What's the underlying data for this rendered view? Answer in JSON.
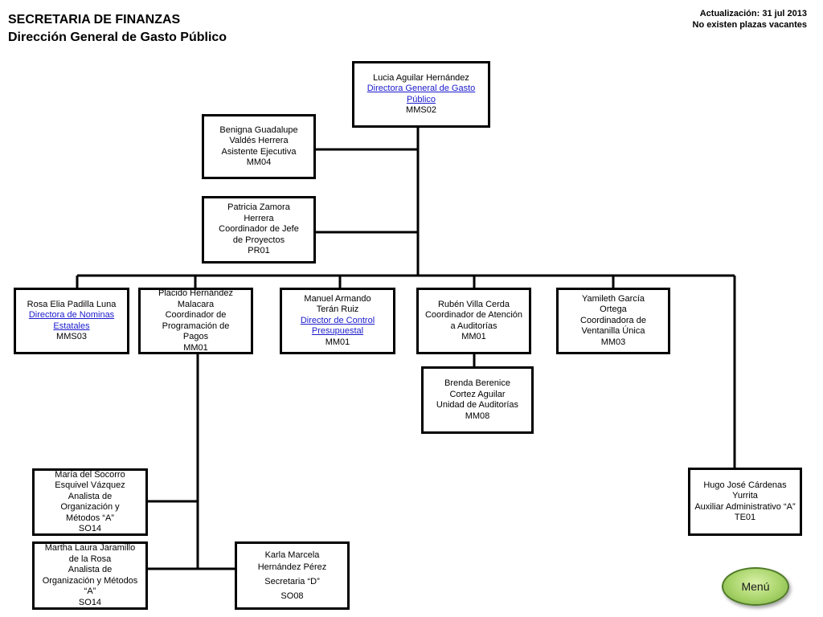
{
  "header": {
    "title": "SECRETARIA DE FINANZAS",
    "subtitle": "Dirección General de Gasto Público",
    "update": "Actualización: 31 jul 2013",
    "vacancies": "No existen plazas  vacantes"
  },
  "nodes": {
    "director": {
      "name": "Lucia Aguilar Hernández",
      "role": " Directora General de Gasto Público",
      "code": "MMS02"
    },
    "asistente": {
      "name": "Benigna Guadalupe Valdés Herrera",
      "role": "Asistente Ejecutiva",
      "code": "MM04"
    },
    "coord_proyectos": {
      "name": "Patricia Zamora Herrera",
      "role": "Coordinador de Jefe de Proyectos",
      "code": "PR01"
    },
    "nominas": {
      "name": "Rosa Elia Padilla Luna",
      "role": "Directora de Nominas Estatales",
      "code": "MMS03"
    },
    "pagos": {
      "name": "Placido Hernández Malacara",
      "role": "Coordinador de Programación de Pagos",
      "code": "MM01"
    },
    "control": {
      "name": "Manuel  Armando Terán  Ruiz",
      "role": "Director de Control Presupuestal",
      "code": "MM01"
    },
    "auditorias": {
      "name": "Rubén Villa Cerda",
      "role": "Coordinador de Atención a Auditorías",
      "code": "MM01"
    },
    "ventanilla": {
      "name": "Yamileth García Ortega",
      "role": "Coordinadora de Ventanilla Única",
      "code": "MM03"
    },
    "unidad_auditorias": {
      "name": "Brenda Berenice Cortez Aguilar",
      "role": "Unidad de Auditorías",
      "code": "MM08"
    },
    "analista1": {
      "name": "María del Socorro Esquivel Vázquez",
      "role": "Analista de Organización y Métodos “A”",
      "code": "SO14"
    },
    "analista2": {
      "name": "Martha Laura Jaramillo de la Rosa",
      "role": "Analista de Organización y Métodos “A”",
      "code": "SO14"
    },
    "secretaria": {
      "name": "Karla Marcela Hernández Pérez",
      "role": "Secretaria “D”",
      "code": "SO08"
    },
    "auxiliar": {
      "name": "Hugo José Cárdenas Yurrita",
      "role": "Auxiliar Administrativo “A”",
      "code": "TE01"
    }
  },
  "menu": {
    "label": "Menú",
    "accent": "#a8d46a"
  }
}
